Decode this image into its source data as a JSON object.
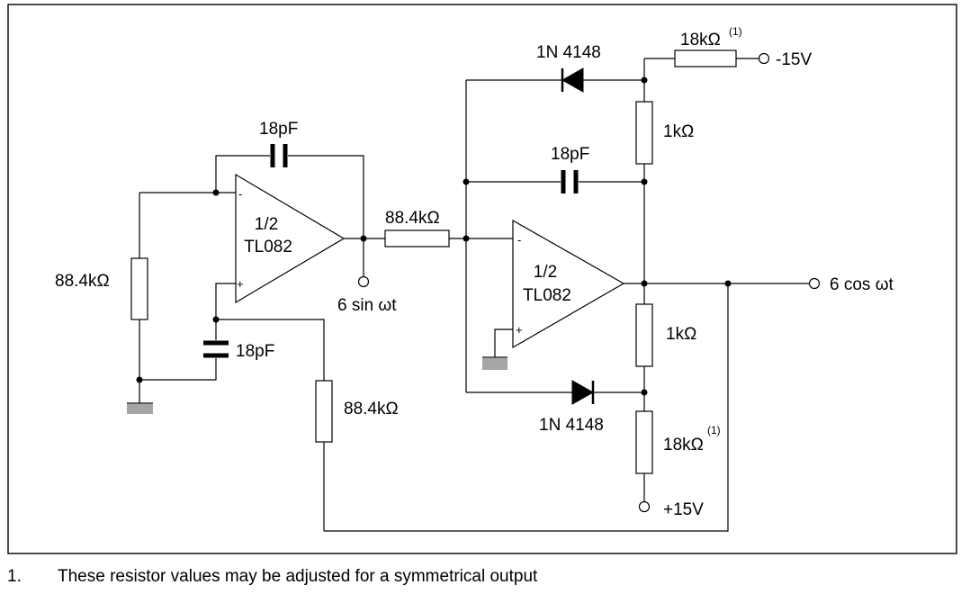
{
  "components": {
    "opamp1": {
      "line1": "1/2",
      "line2": "TL082",
      "inv_sign": "-",
      "noninv_sign": "+"
    },
    "opamp2": {
      "line1": "1/2",
      "line2": "TL082",
      "inv_sign": "-",
      "noninv_sign": "+"
    },
    "c_feedback1": "18pF",
    "c_feedback2": "18pF",
    "c_noninv1": "18pF",
    "r_inv1_ground": "88.4kΩ",
    "r_series": "88.4kΩ",
    "r_feedback_return": "88.4kΩ",
    "r_top_1k": "1kΩ",
    "r_bottom_1k": "1kΩ",
    "r_top_18k": "18kΩ",
    "r_bottom_18k": "18kΩ",
    "r_18k_note": "(1)",
    "diode_top": "1N 4148",
    "diode_bottom": "1N 4148",
    "supply_negative": "-15V",
    "supply_positive": "+15V",
    "output_sin": "6 sin ωt",
    "output_cos": "6 cos ωt"
  },
  "footnote": {
    "number": "1.",
    "text": "These resistor values may be adjusted for a symmetrical output"
  }
}
